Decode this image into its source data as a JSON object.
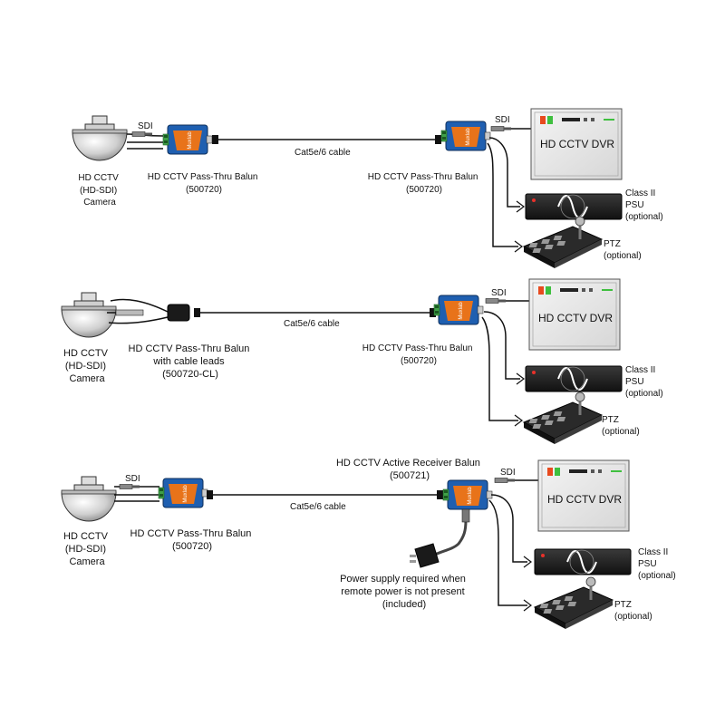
{
  "colors": {
    "balun_blue": "#1f5fb0",
    "balun_orange": "#e8731a",
    "terminal_green": "#3fa048",
    "dvr_panel": "#e8e8e8",
    "dark": "#1a1a1a"
  },
  "rows": [
    {
      "camera": {
        "lines": [
          "HD CCTV",
          "(HD-SDI)",
          "Camera"
        ]
      },
      "sdi_label": "SDI",
      "tx_balun": {
        "lines": [
          "HD CCTV Pass-Thru Balun",
          "(500720)"
        ]
      },
      "cable_label": "Cat5e/6 cable",
      "rx_balun": {
        "lines": [
          "HD CCTV Pass-Thru Balun",
          "(500720)"
        ]
      },
      "rx_sdi_label": "SDI",
      "dvr_label": "HD CCTV DVR",
      "psu": {
        "lines": [
          "Class II",
          "PSU",
          "(optional)"
        ]
      },
      "ptz": {
        "lines": [
          "PTZ",
          "(optional)"
        ]
      }
    },
    {
      "camera": {
        "lines": [
          "HD CCTV",
          "(HD-SDI)",
          "Camera"
        ]
      },
      "tx_balun": {
        "lines": [
          "HD CCTV Pass-Thru Balun",
          "with cable leads",
          "(500720-CL)"
        ]
      },
      "cable_label": "Cat5e/6 cable",
      "rx_balun": {
        "lines": [
          "HD CCTV Pass-Thru Balun",
          "(500720)"
        ]
      },
      "rx_sdi_label": "SDI",
      "dvr_label": "HD CCTV DVR",
      "psu": {
        "lines": [
          "Class II",
          "PSU",
          "(optional)"
        ]
      },
      "ptz": {
        "lines": [
          "PTZ",
          "(optional)"
        ]
      }
    },
    {
      "camera": {
        "lines": [
          "HD CCTV",
          "(HD-SDI)",
          "Camera"
        ]
      },
      "sdi_label": "SDI",
      "tx_balun": {
        "lines": [
          "HD CCTV Pass-Thru Balun",
          "(500720)"
        ]
      },
      "cable_label": "Cat5e/6 cable",
      "rx_balun": {
        "lines": [
          "HD CCTV Active Receiver Balun",
          "(500721)"
        ]
      },
      "rx_sdi_label": "SDI",
      "dvr_label": "HD CCTV DVR",
      "psu": {
        "lines": [
          "Class II",
          "PSU",
          "(optional)"
        ]
      },
      "ptz": {
        "lines": [
          "PTZ",
          "(optional)"
        ]
      },
      "power_supply": {
        "lines": [
          "Power supply  required when",
          "remote power is not present",
          "(included)"
        ]
      }
    }
  ]
}
